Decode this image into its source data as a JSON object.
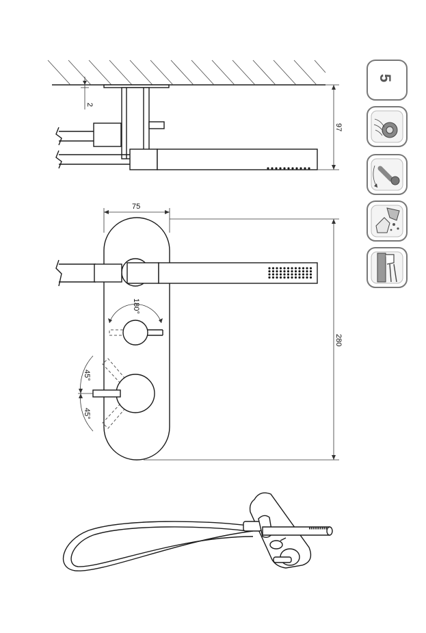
{
  "dimensions": {
    "wall_gap": "2",
    "depth": "97",
    "width": "75",
    "height": "280"
  },
  "angles": {
    "rotation": "180°",
    "tilt_upper": "45°",
    "tilt_lower": "45°"
  },
  "feature_icons": [
    {
      "name": "warranty-icon",
      "label": "5"
    },
    {
      "name": "aerator-icon"
    },
    {
      "name": "swivel-spout-icon"
    },
    {
      "name": "cleaning-icon"
    },
    {
      "name": "wall-mount-icon"
    }
  ],
  "colors": {
    "line": "#1a1a1a",
    "icon_frame": "#777777"
  }
}
